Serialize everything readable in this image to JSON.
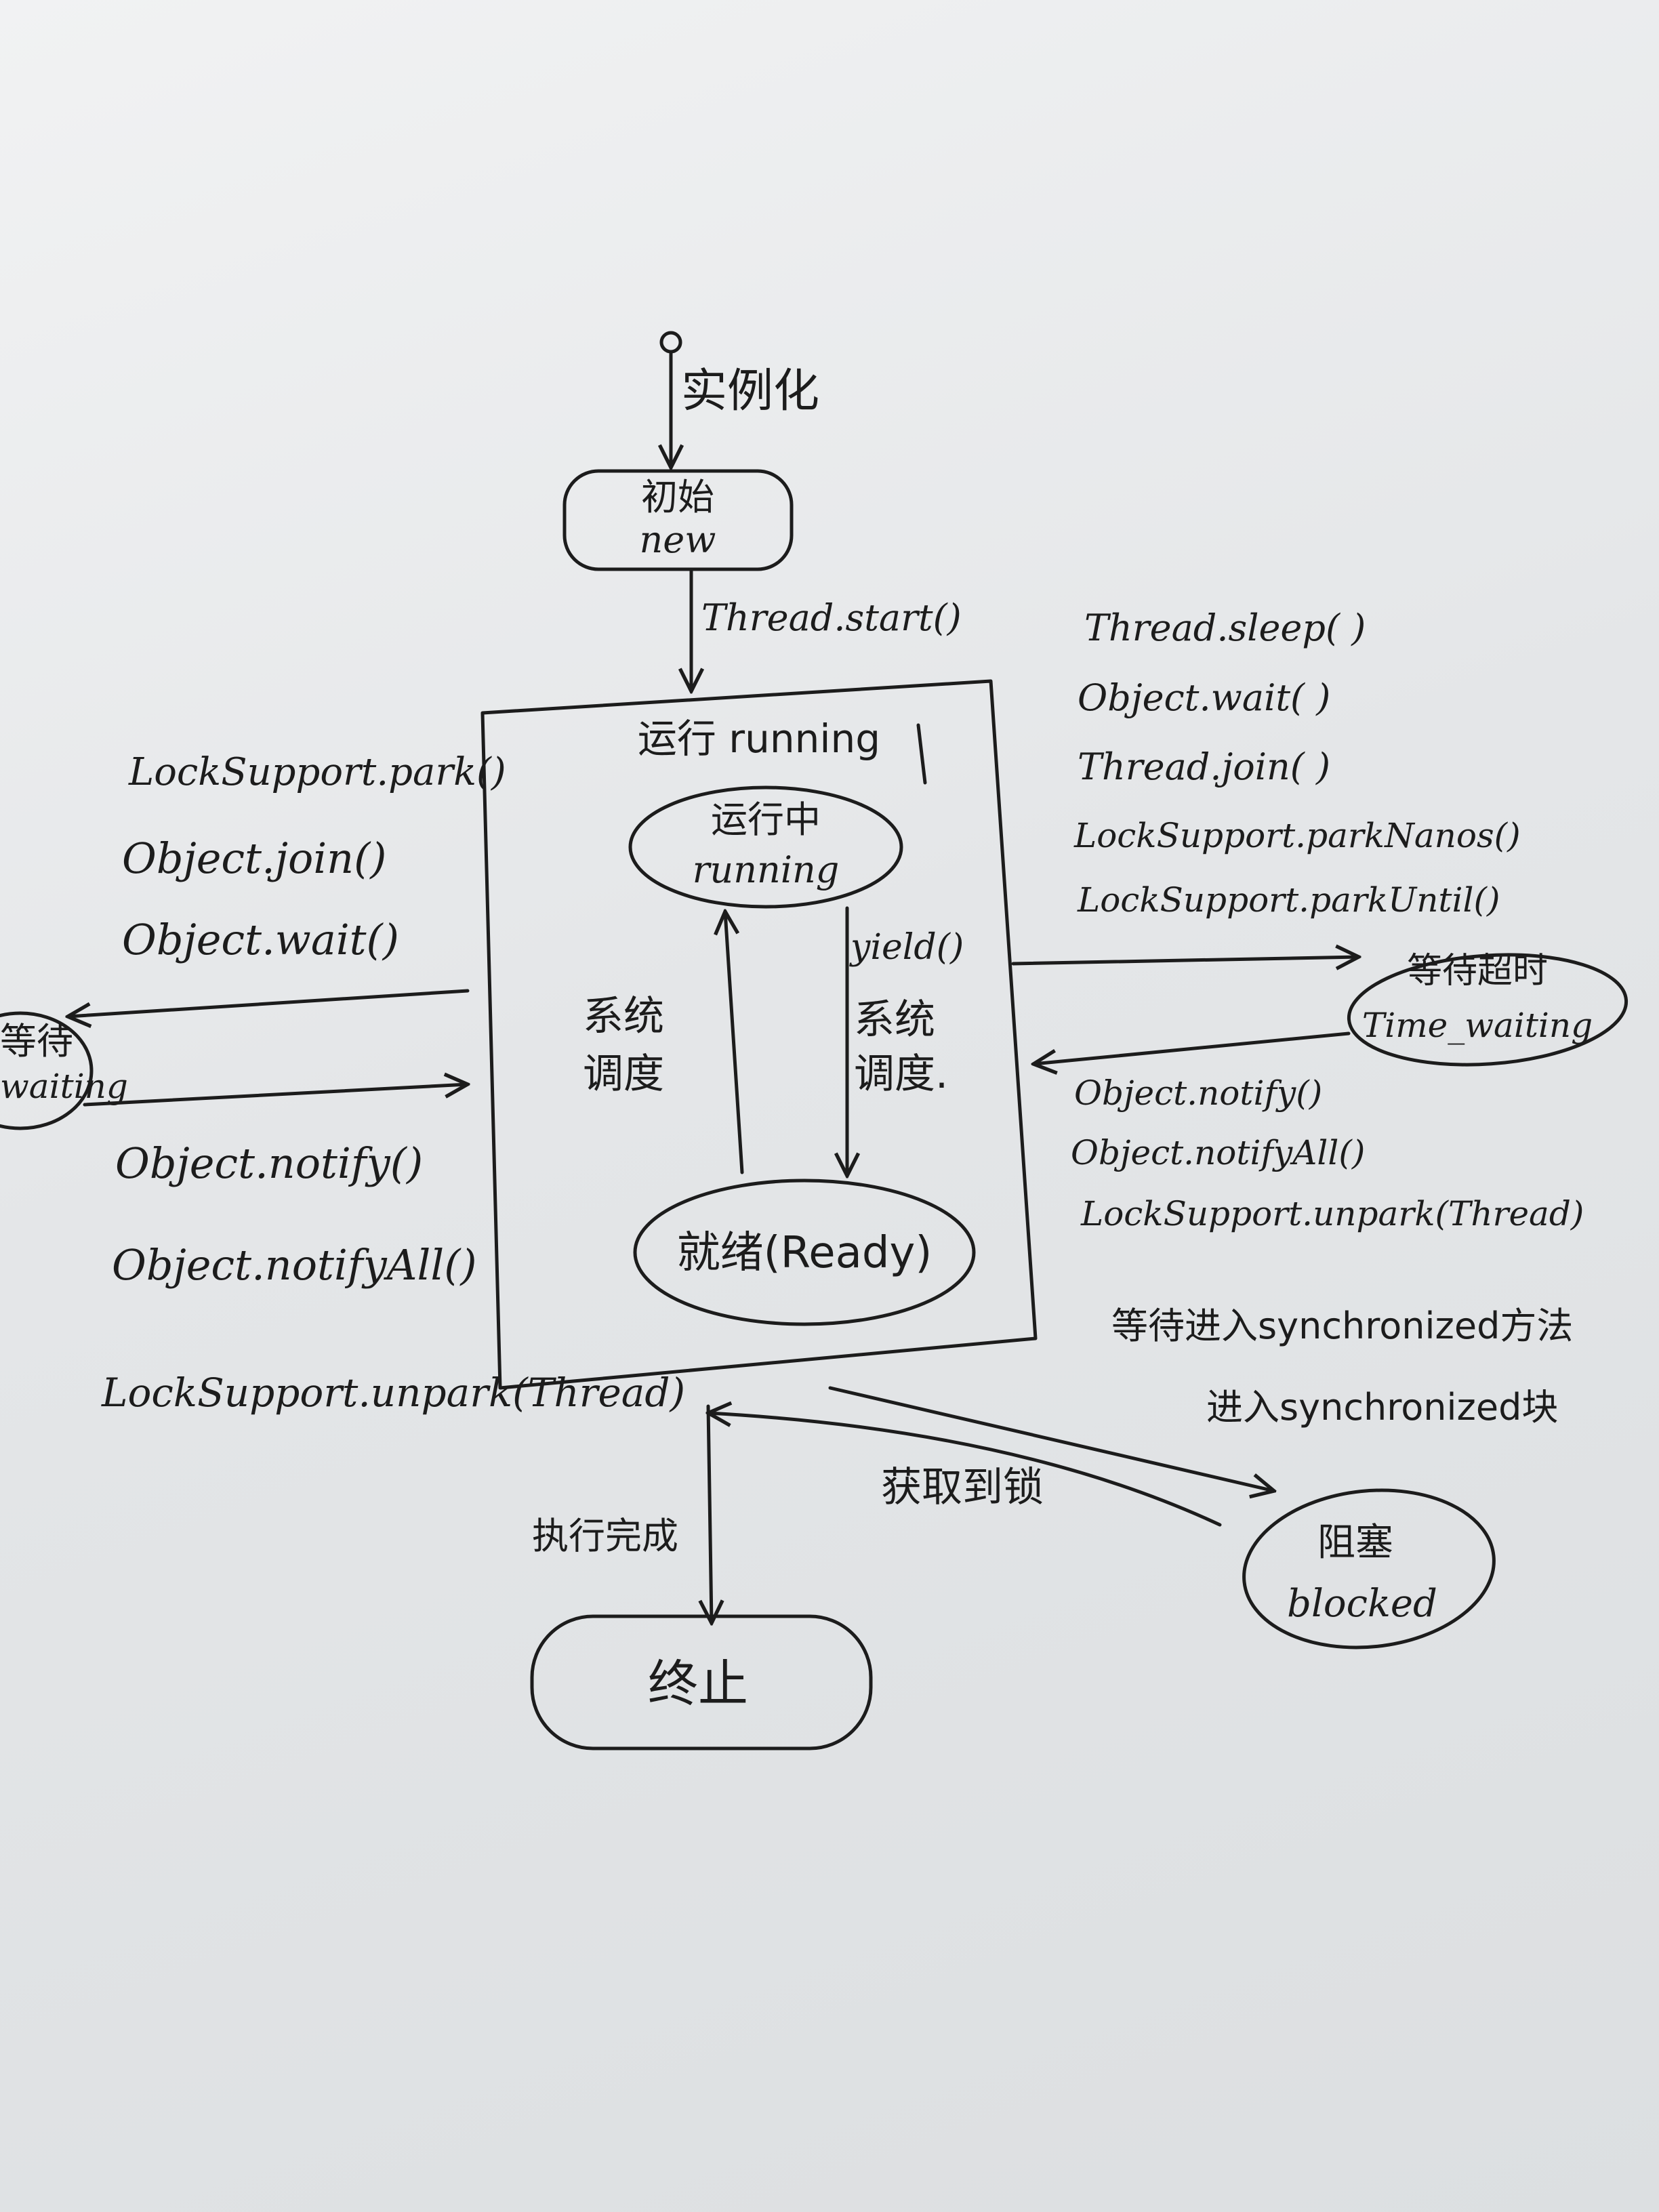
{
  "states": {
    "new_cn": "初始",
    "new_en": "new",
    "running_outer": "运行 running",
    "running_inner_cn": "运行中",
    "running_inner_en": "running",
    "ready": "就绪(Ready)",
    "timed_waiting_cn": "等待超时",
    "timed_waiting_en": "Time_waiting",
    "waiting_cn": "等待",
    "waiting_en": "waiting",
    "blocked_cn": "阻塞",
    "blocked_en": "blocked",
    "terminated": "终止"
  },
  "transitions": {
    "instantiate": "实例化",
    "start": "Thread.start()",
    "sys_sched_up": [
      "系统",
      "调度"
    ],
    "yield": "yield()",
    "sys_sched_down": [
      "系统",
      "调度."
    ],
    "to_waiting": [
      "LockSupport.park()",
      "Object.join()",
      "Object.wait()"
    ],
    "from_waiting": [
      "Object.notify()",
      "Object.notifyAll()",
      "LockSupport.unpark(Thread)"
    ],
    "to_timed": [
      "Thread.sleep( )",
      "Object.wait( )",
      "Thread.join( )",
      "LockSupport.parkNanos()",
      "LockSupport.parkUntil()"
    ],
    "from_timed": [
      "Object.notify()",
      "Object.notifyAll()",
      "LockSupport.unpark(Thread)"
    ],
    "to_blocked": [
      "等待进入synchronized方法",
      "进入synchronized块"
    ],
    "from_blocked": "获取到锁",
    "finish": "执行完成"
  }
}
